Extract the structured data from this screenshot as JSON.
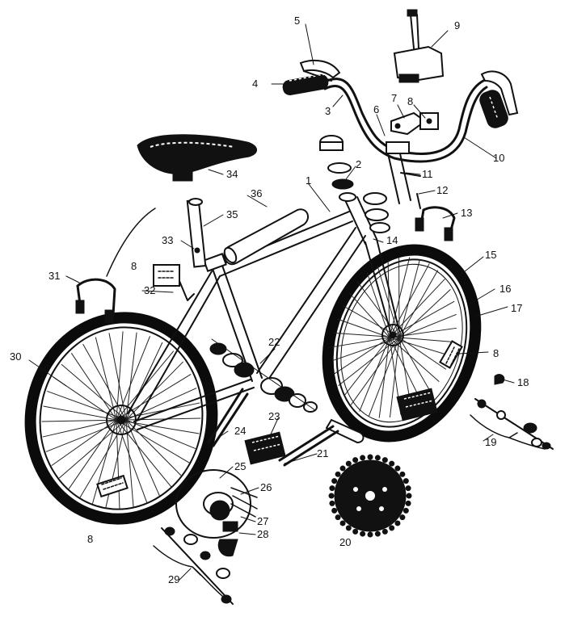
{
  "colors": {
    "ink": "#111111",
    "paper": "#ffffff"
  },
  "callouts": [
    {
      "id": "1",
      "label": "1"
    },
    {
      "id": "2",
      "label": "2"
    },
    {
      "id": "3",
      "label": "3"
    },
    {
      "id": "4",
      "label": "4"
    },
    {
      "id": "5",
      "label": "5"
    },
    {
      "id": "6",
      "label": "6"
    },
    {
      "id": "7",
      "label": "7"
    },
    {
      "id": "8a",
      "label": "8"
    },
    {
      "id": "8b",
      "label": "8"
    },
    {
      "id": "8c",
      "label": "8"
    },
    {
      "id": "8d",
      "label": "8"
    },
    {
      "id": "9",
      "label": "9"
    },
    {
      "id": "10",
      "label": "10"
    },
    {
      "id": "11",
      "label": "11"
    },
    {
      "id": "12",
      "label": "12"
    },
    {
      "id": "13",
      "label": "13"
    },
    {
      "id": "14",
      "label": "14"
    },
    {
      "id": "15",
      "label": "15"
    },
    {
      "id": "16",
      "label": "16"
    },
    {
      "id": "17",
      "label": "17"
    },
    {
      "id": "18",
      "label": "18"
    },
    {
      "id": "19",
      "label": "19"
    },
    {
      "id": "20",
      "label": "20"
    },
    {
      "id": "21",
      "label": "21"
    },
    {
      "id": "22",
      "label": "22"
    },
    {
      "id": "23",
      "label": "23"
    },
    {
      "id": "24",
      "label": "24"
    },
    {
      "id": "25",
      "label": "25"
    },
    {
      "id": "26",
      "label": "26"
    },
    {
      "id": "27",
      "label": "27"
    },
    {
      "id": "28",
      "label": "28"
    },
    {
      "id": "29",
      "label": "29"
    },
    {
      "id": "30",
      "label": "30"
    },
    {
      "id": "31",
      "label": "31"
    },
    {
      "id": "32",
      "label": "32"
    },
    {
      "id": "33",
      "label": "33"
    },
    {
      "id": "34",
      "label": "34"
    },
    {
      "id": "35",
      "label": "35"
    },
    {
      "id": "36",
      "label": "36"
    }
  ],
  "icons": [
    "bicycle-exploded-view-diagram"
  ]
}
